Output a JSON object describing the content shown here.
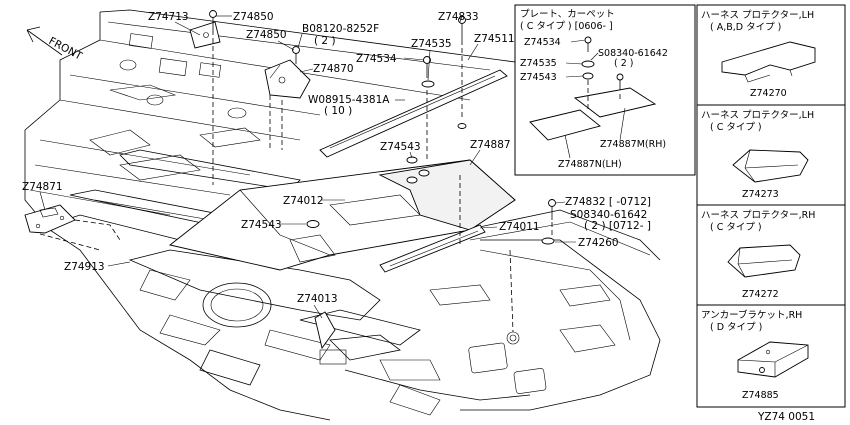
{
  "front_label": "FRONT",
  "drawing_id": "YZ74 0051",
  "callouts": {
    "z74713": "Z74713",
    "z74850_top": "Z74850",
    "z74850_mid": "Z74850",
    "b08120": "B08120-8252F",
    "b08120_qty": "( 2 )",
    "z74870": "Z74870",
    "w08915": "W08915-4381A",
    "w08915_qty": "( 10 )",
    "z74534": "Z74534",
    "z74535": "Z74535",
    "z74833": "Z74833",
    "z74511": "Z74511",
    "z74543_mid": "Z74543",
    "z74887": "Z74887",
    "z74012": "Z74012",
    "z74543_low": "Z74543",
    "z74871": "Z74871",
    "z74913": "Z74913",
    "z74013": "Z74013",
    "z74011": "Z74011",
    "z74832": "Z74832 [  -0712]",
    "s08340_main": "S08340-61642",
    "s08340_main_qty": "( 2 ) [0712-  ]",
    "z74260": "Z74260"
  },
  "inset_carpet": {
    "title_line1": "プレート、カーペット",
    "title_line2": "( C タイプ ) [0606-  ]",
    "z74534": "Z74534",
    "s08340": "S08340-61642",
    "s08340_qty": "( 2 )",
    "z74535": "Z74535",
    "z74543": "Z74543",
    "z74887m": "Z74887M(RH)",
    "z74887n": "Z74887N(LH)"
  },
  "side_panels": [
    {
      "title": "ハーネス プロテクター,LH",
      "subtitle": "( A,B,D タイプ )",
      "part": "Z74270"
    },
    {
      "title": "ハーネス プロテクター,LH",
      "subtitle": "( C タイプ )",
      "part": "Z74273"
    },
    {
      "title": "ハーネス プロテクター,RH",
      "subtitle": "( C タイプ )",
      "part": "Z74272"
    },
    {
      "title": "アンカーブラケット,RH",
      "subtitle": "( D タイプ )",
      "part": "Z74885"
    }
  ]
}
